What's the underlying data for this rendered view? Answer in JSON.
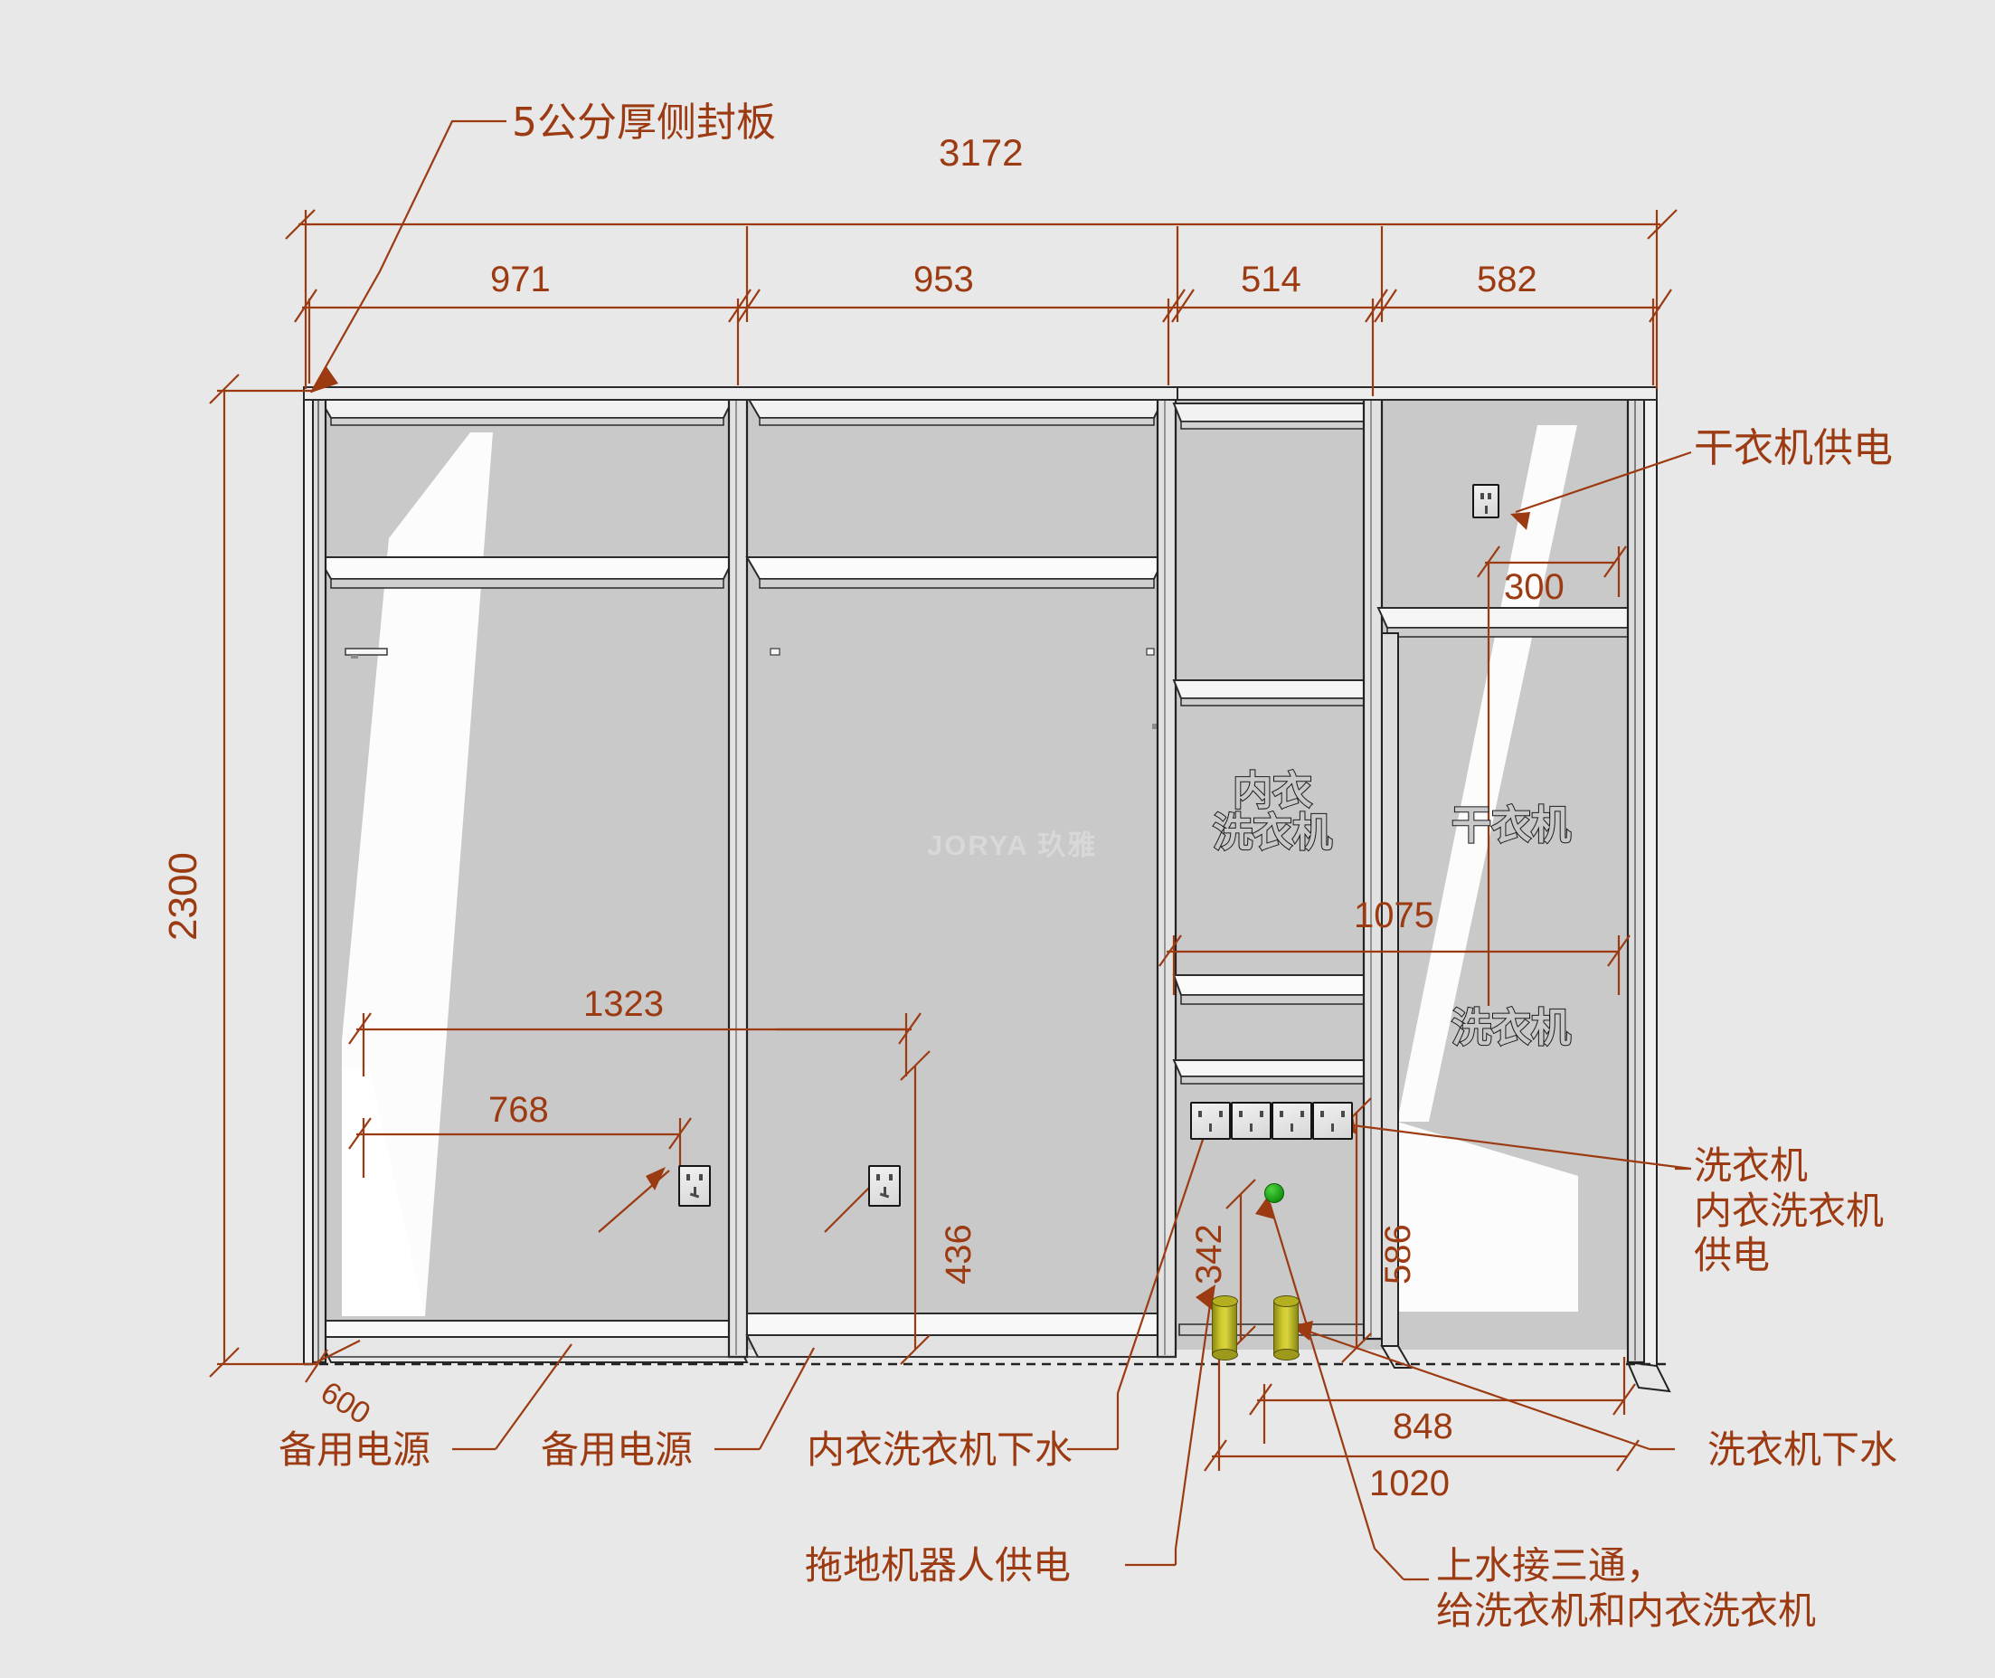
{
  "drawing": {
    "title_note": "5公分厚侧封板",
    "watermark": "JORYA 玖雅",
    "accent_color": "#9c3a12",
    "background_color": "#e8e8e8",
    "panel_fill": "#c8c8c8",
    "pipe_color": "#cfca2e",
    "valve_color": "#17a013"
  },
  "dimensions": {
    "overall_width": "3172",
    "overall_height": "2300",
    "depth": "600",
    "bay_widths": [
      "971",
      "953",
      "514",
      "582"
    ],
    "dryer_socket_offset": "300",
    "shelf_height_1075": "1075",
    "left_bay_rod_height": "1323",
    "left_bay_socket_height": "768",
    "mid_bay_socket_height": "436",
    "socket_strip_height": "586",
    "drain_height": "342",
    "drain_offset_848": "848",
    "drain_offset_1020": "1020"
  },
  "cabinet_labels": [
    {
      "text": "内衣\n洗衣机",
      "name": "underwear-washer"
    },
    {
      "text": "干衣机",
      "name": "dryer"
    },
    {
      "text": "洗衣机",
      "name": "washer"
    }
  ],
  "annotations": {
    "side_panel": "5公分厚侧封板",
    "dryer_power": "干衣机供电",
    "washer_power": "洗衣机\n内衣洗衣机\n供电",
    "spare_power_left": "备用电源",
    "spare_power_mid": "备用电源",
    "underwear_washer_drain": "内衣洗衣机下水",
    "washer_drain": "洗衣机下水",
    "robot_power": "拖地机器人供电",
    "water_supply_tee": "上水接三通，\n给洗衣机和内衣洗衣机"
  }
}
